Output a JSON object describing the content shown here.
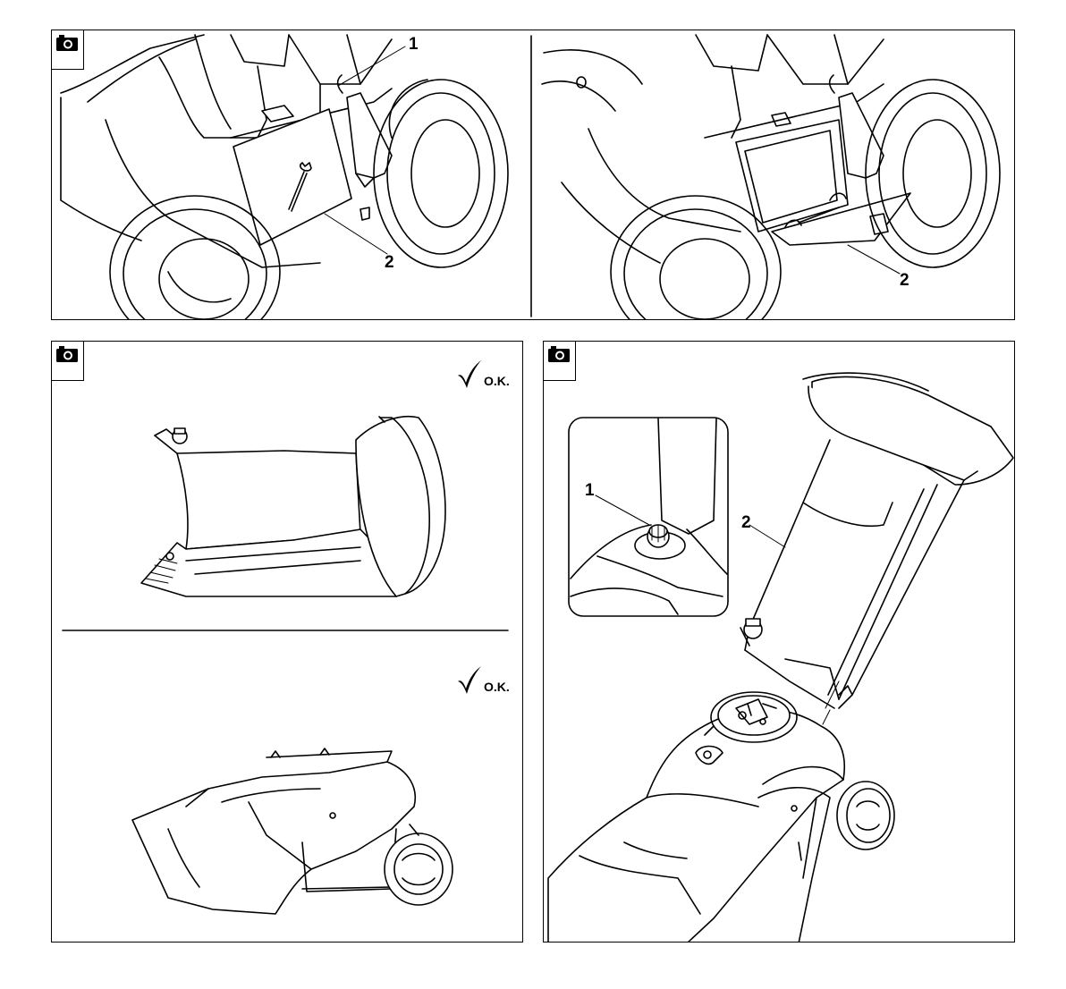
{
  "icons": {
    "camera": "camera-icon",
    "check": "check-mark-icon"
  },
  "panel_top": {
    "left": {
      "label_1": "1",
      "label_2": "2"
    },
    "right": {
      "label_2": "2"
    }
  },
  "panel_bottom_left": {
    "ok_top": "O.K.",
    "ok_bottom": "O.K."
  },
  "panel_bottom_right": {
    "label_1": "1",
    "label_2": "2"
  }
}
